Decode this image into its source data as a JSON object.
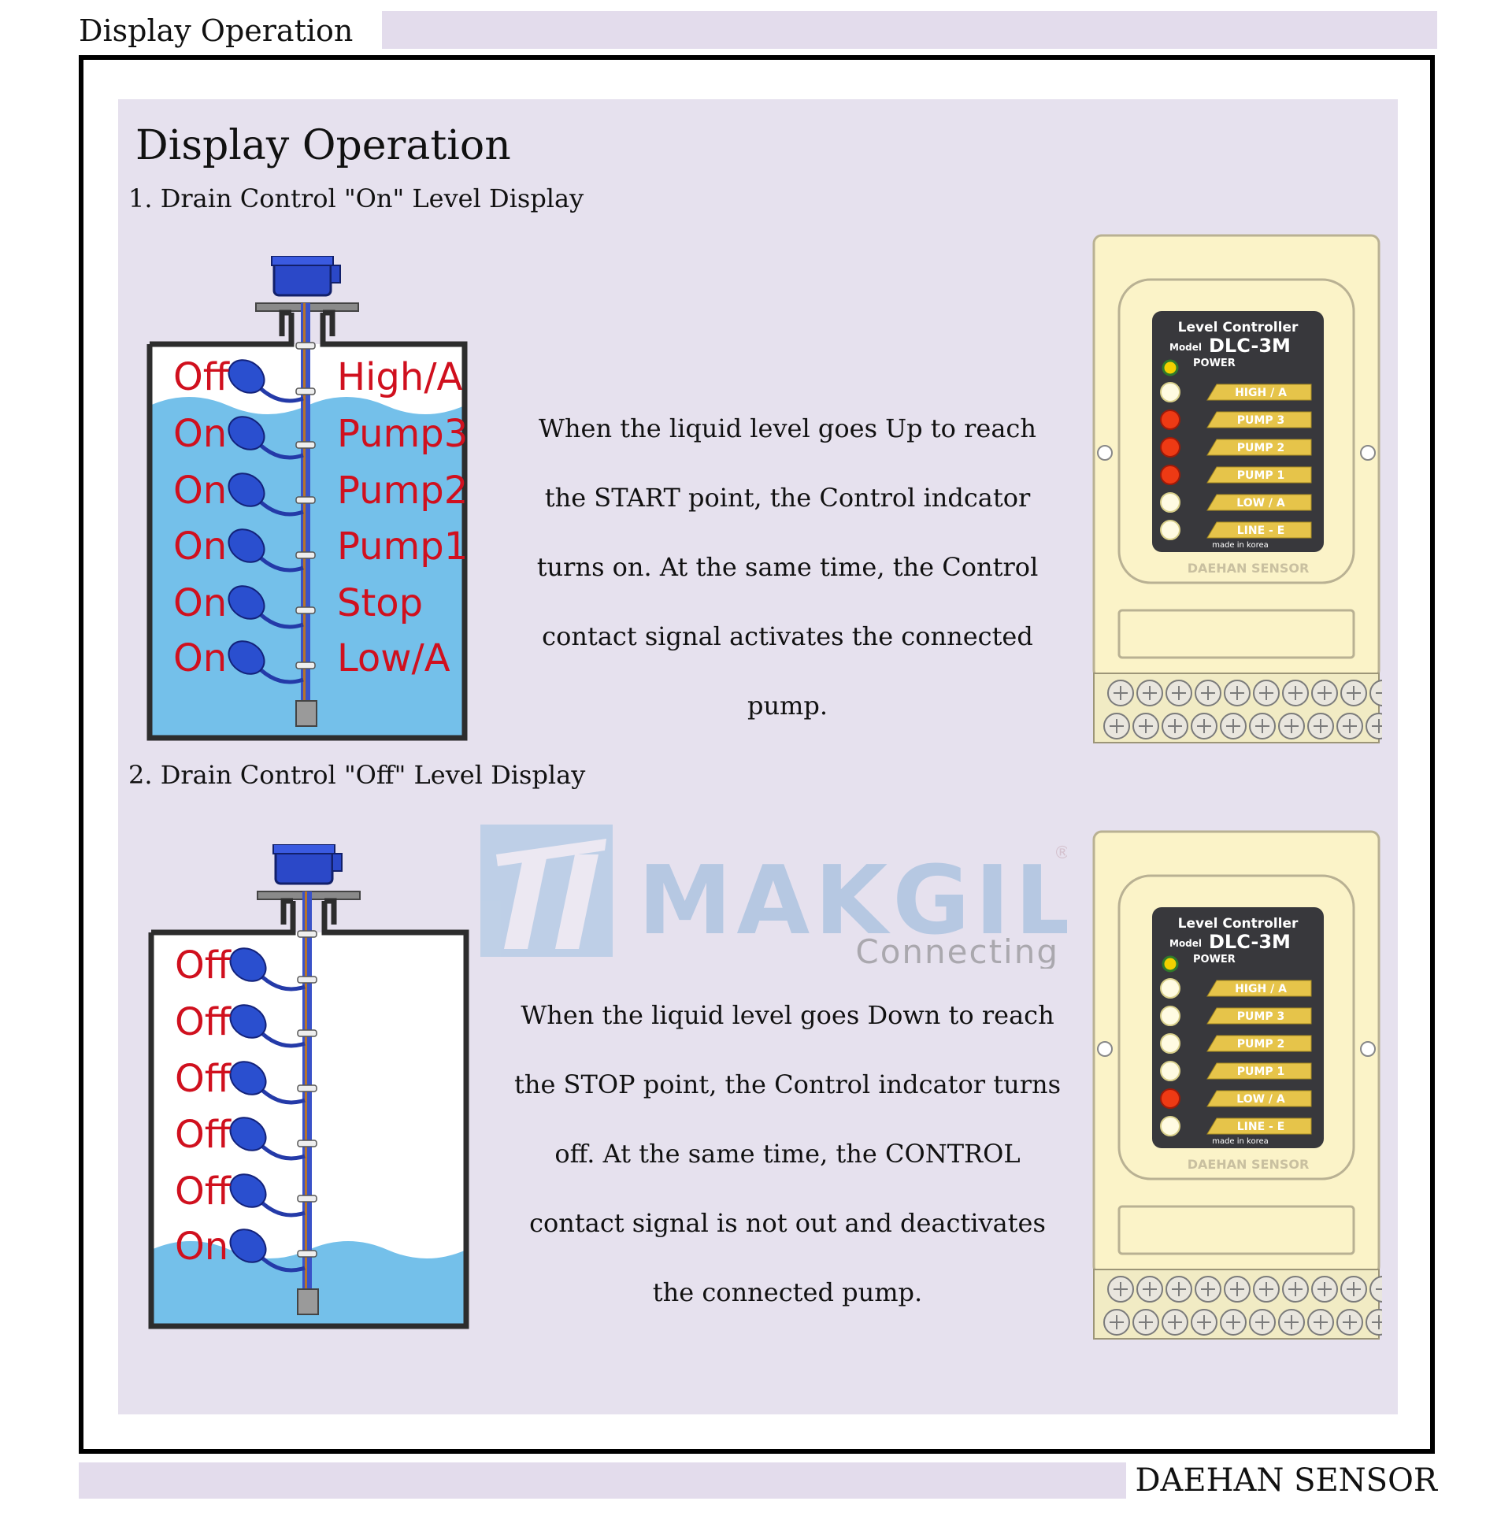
{
  "header": {
    "title": "Display Operation"
  },
  "main": {
    "title": "Display Operation"
  },
  "section1": {
    "heading": "1. Drain Control \"On\" Level Display",
    "description": [
      "When the liquid level goes Up to reach",
      "the START point, the Control indcator",
      "turns on. At the same time, the Control",
      "contact signal activates the connected",
      "pump."
    ],
    "floats": [
      {
        "state": "Off",
        "label": "High/A"
      },
      {
        "state": "On",
        "label": "Pump3"
      },
      {
        "state": "On",
        "label": "Pump2"
      },
      {
        "state": "On",
        "label": "Pump1"
      },
      {
        "state": "On",
        "label": "Stop"
      },
      {
        "state": "On",
        "label": "Low/A"
      }
    ],
    "controller": {
      "title": "Level Controller",
      "model_prefix": "Model",
      "model": "DLC-3M",
      "power_label": "POWER",
      "indicators": [
        "HIGH / A",
        "PUMP 3",
        "PUMP 2",
        "PUMP 1",
        "LOW / A",
        "LINE - E"
      ],
      "indicator_lit": [
        false,
        true,
        true,
        true,
        false,
        false
      ],
      "made_in": "made in korea",
      "brand": "DAEHAN SENSOR"
    }
  },
  "section2": {
    "heading": "2. Drain Control \"Off\" Level Display",
    "description": [
      "When the liquid level goes Down to reach",
      "the STOP point, the Control indcator turns",
      "off. At the same time, the CONTROL",
      "contact signal is not out and deactivates",
      "the connected pump."
    ],
    "floats": [
      {
        "state": "Off"
      },
      {
        "state": "Off"
      },
      {
        "state": "Off"
      },
      {
        "state": "Off"
      },
      {
        "state": "Off"
      },
      {
        "state": "On"
      }
    ],
    "controller": {
      "title": "Level Controller",
      "model_prefix": "Model",
      "model": "DLC-3M",
      "power_label": "POWER",
      "indicators": [
        "HIGH / A",
        "PUMP 3",
        "PUMP 2",
        "PUMP 1",
        "LOW / A",
        "LINE - E"
      ],
      "indicator_lit": [
        false,
        false,
        false,
        false,
        true,
        false
      ],
      "made_in": "made in korea",
      "brand": "DAEHAN SENSOR"
    }
  },
  "watermark": {
    "name": "MAKGIL",
    "tagline": "Connecting",
    "mark": "®"
  },
  "footer": {
    "brand": "DAEHAN SENSOR"
  },
  "colors": {
    "panel": "#e6e1ee",
    "water": "#74c0ea",
    "float": "#2a4fcf",
    "state_text": "#d0101e",
    "led_on": "#ee3a14",
    "led_off": "#fffbe2",
    "led_power": "#f2d000",
    "controller_body": "#fbf3c8",
    "controller_face": "#38383c"
  }
}
